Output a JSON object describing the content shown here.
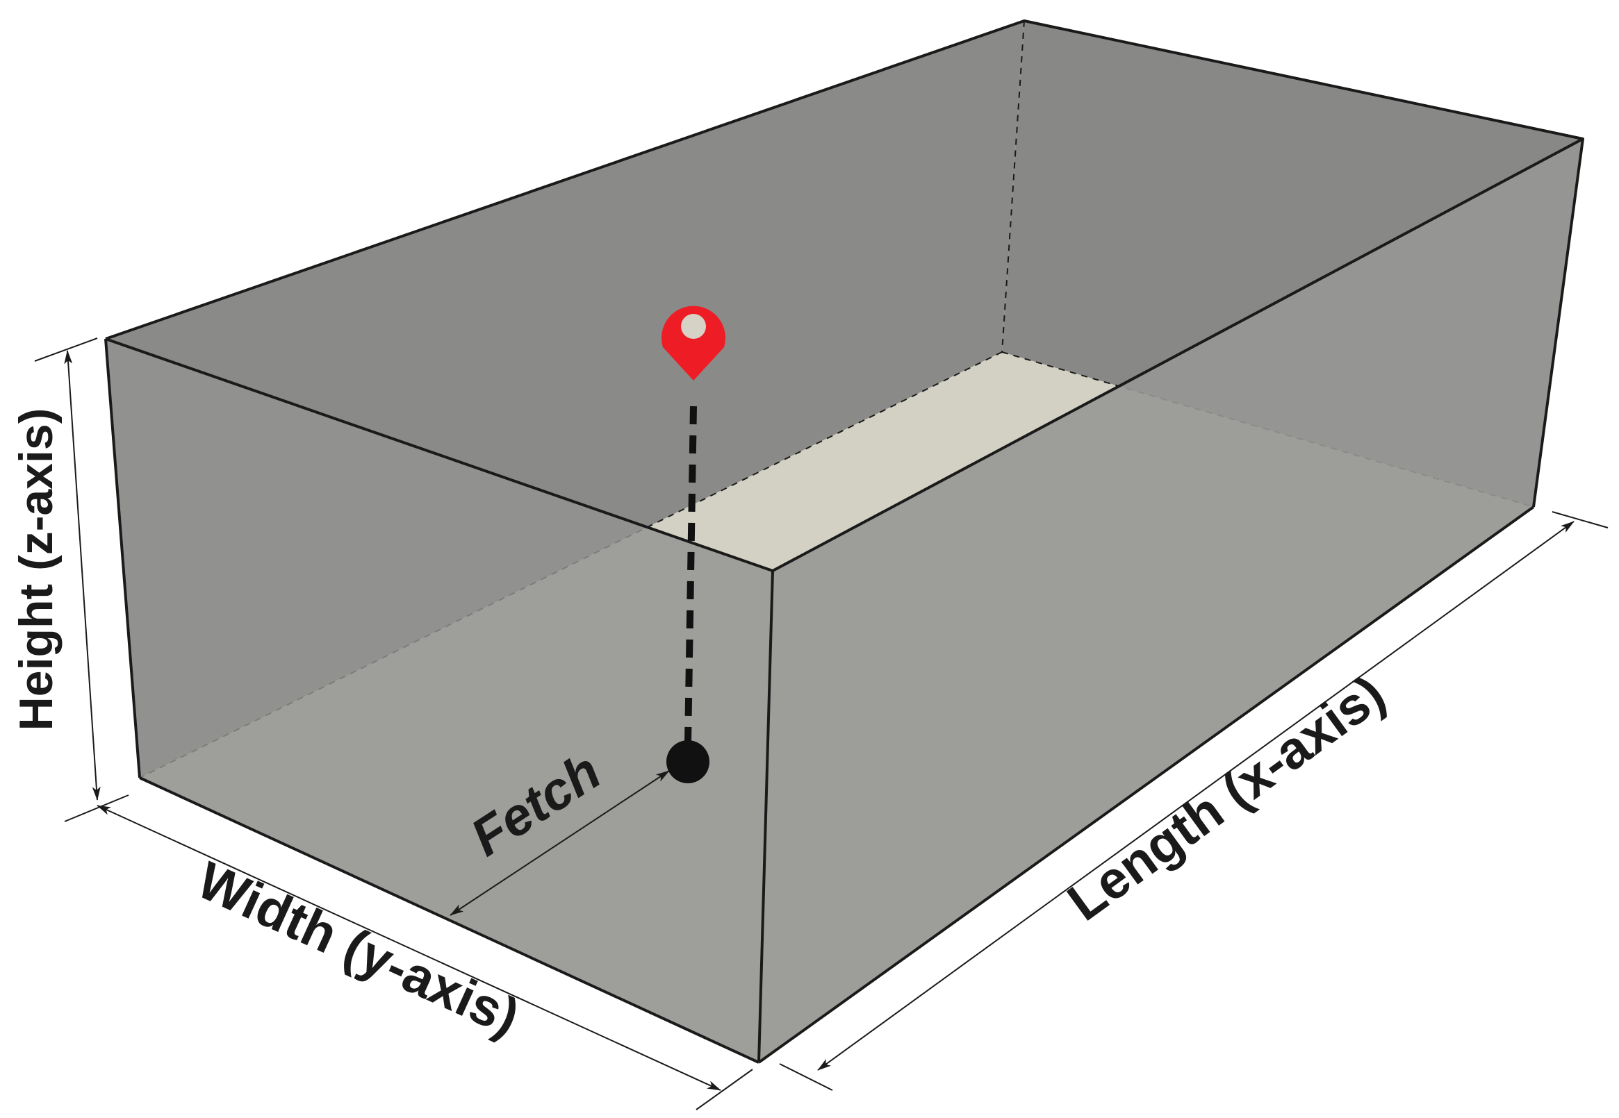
{
  "diagram": {
    "labels": {
      "height": "Height (z-axis)",
      "width": "Width (y-axis)",
      "length": "Length (x-axis)",
      "fetch": "Fetch"
    },
    "icons": {
      "marker": "location-pin-icon",
      "point": "point-dot-icon"
    },
    "colors": {
      "top_face": "#c5c4b7",
      "floor": "#d3d1c4",
      "back_wall_left": "#8a8a88",
      "back_wall_right": "#888886",
      "front_face": "#939391",
      "side_face": "#979795",
      "pin": "#ee1c25",
      "edges": "#1a1a1a"
    }
  }
}
